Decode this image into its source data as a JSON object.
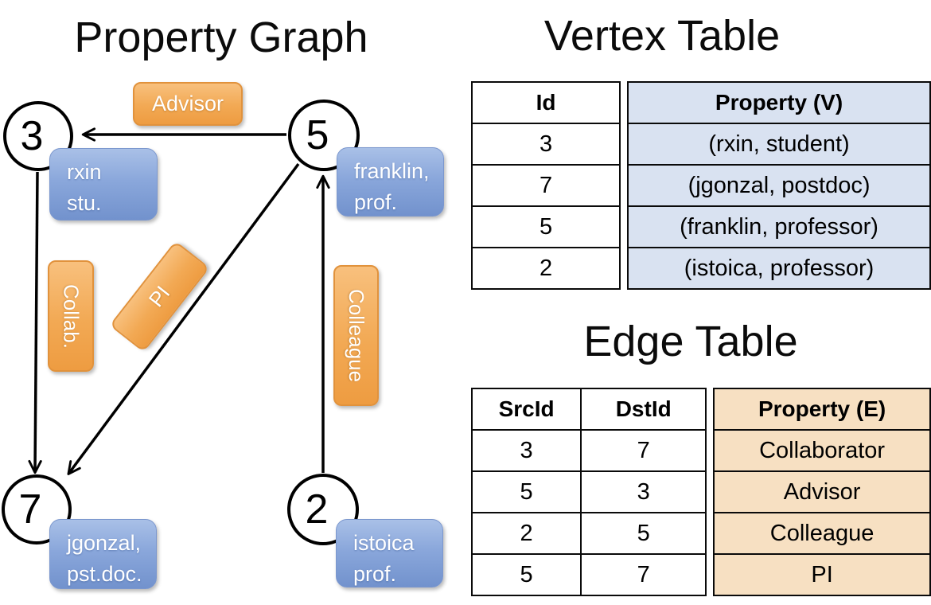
{
  "graph": {
    "title": "Property Graph",
    "nodes": [
      {
        "id": "3",
        "label_line1": "rxin",
        "label_line2": "stu."
      },
      {
        "id": "5",
        "label_line1": "franklin,",
        "label_line2": "prof."
      },
      {
        "id": "7",
        "label_line1": "jgonzal,",
        "label_line2": "pst.doc."
      },
      {
        "id": "2",
        "label_line1": "istoica",
        "label_line2": "prof."
      }
    ],
    "edges": [
      {
        "label": "Advisor",
        "from": "5",
        "to": "3"
      },
      {
        "label": "Collab.",
        "from": "3",
        "to": "7"
      },
      {
        "label": "PI",
        "from": "5",
        "to": "7"
      },
      {
        "label": "Colleague",
        "from": "2",
        "to": "5"
      }
    ]
  },
  "vertex_table": {
    "title": "Vertex Table",
    "columns": [
      "Id",
      "Property (V)"
    ],
    "rows": [
      [
        "3",
        "(rxin, student)"
      ],
      [
        "7",
        "(jgonzal, postdoc)"
      ],
      [
        "5",
        "(franklin, professor)"
      ],
      [
        "2",
        "(istoica, professor)"
      ]
    ]
  },
  "edge_table": {
    "title": "Edge Table",
    "columns": [
      "SrcId",
      "DstId",
      "Property (E)"
    ],
    "rows": [
      [
        "3",
        "7",
        "Collaborator"
      ],
      [
        "5",
        "3",
        "Advisor"
      ],
      [
        "2",
        "5",
        "Colleague"
      ],
      [
        "5",
        "7",
        "PI"
      ]
    ]
  },
  "colors": {
    "edge_label_fill": "#F2A954",
    "edge_label_border": "#E1923C",
    "vertex_label_fill": "#8AA7DB",
    "vertex_property_bg": "#D9E2F1",
    "edge_property_bg": "#F7E0C2",
    "line_color": "#000000"
  }
}
